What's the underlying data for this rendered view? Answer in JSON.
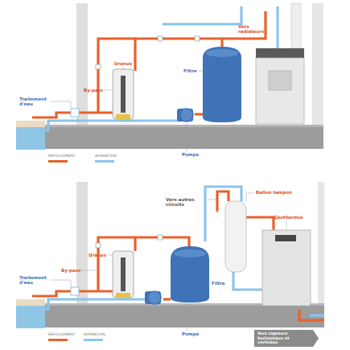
{
  "diagram": {
    "nodes": [
      {
        "text": [
          "Vers capteurs horizontaux et verticaux"
        ]
      }
    ],
    "labels": [
      "Vers radiateurs",
      "Uranus",
      "By-pass",
      "Traitement d'eau",
      "Filtre",
      "Pompe",
      "Vers autres circuits",
      "Ballon tampon",
      "Géothermie",
      "Uranus",
      "By-pass",
      "Traitement d'eau",
      "Filtre",
      "Pompe"
    ],
    "legend": [
      {
        "text": "REFOULEMENT",
        "color": "#e8622a"
      },
      {
        "text": "ASPIRATION",
        "color": "#8cc4ea"
      },
      {
        "text": "REFOULEMENT",
        "color": "#e8622a"
      },
      {
        "text": "ASPIRATION",
        "color": "#8cc4ea"
      }
    ]
  }
}
